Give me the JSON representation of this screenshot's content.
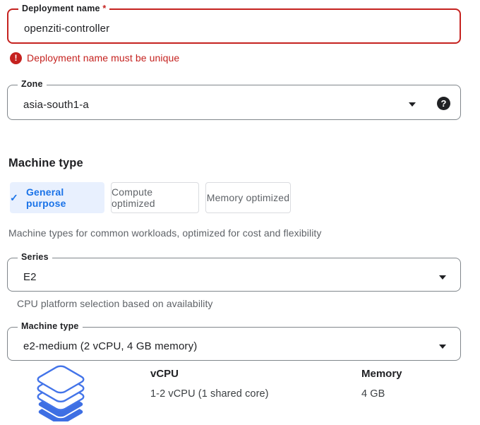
{
  "form": {
    "deployment_name": {
      "label": "Deployment name",
      "required_marker": "*",
      "value": "openziti-controller",
      "error_icon": "!",
      "error_message": "Deployment name must be unique"
    },
    "zone": {
      "label": "Zone",
      "value": "asia-south1-a",
      "help_icon": "?"
    },
    "machine_section": {
      "heading": "Machine type",
      "tabs": [
        {
          "label": "General purpose",
          "selected": true,
          "check_icon": "✓"
        },
        {
          "label": "Compute optimized",
          "selected": false
        },
        {
          "label": "Memory optimized",
          "selected": false
        }
      ],
      "description": "Machine types for common workloads, optimized for cost and flexibility",
      "series": {
        "label": "Series",
        "value": "E2",
        "helper": "CPU platform selection based on availability"
      },
      "machine_type": {
        "label": "Machine type",
        "value": "e2-medium (2 vCPU, 4 GB memory)"
      },
      "summary": {
        "vcpu_label": "vCPU",
        "vcpu_value": "1-2 vCPU (1 shared core)",
        "memory_label": "Memory",
        "memory_value": "4 GB"
      }
    }
  },
  "colors": {
    "error_red": "#c5221f",
    "accent_blue": "#1a73e8",
    "selected_tab_bg": "#e8f0fe",
    "muted_text": "#5f6368",
    "field_border": "#80868b",
    "layers_outline_blue": "#4374e9",
    "layers_fill_blue": "#3e6fe3"
  }
}
